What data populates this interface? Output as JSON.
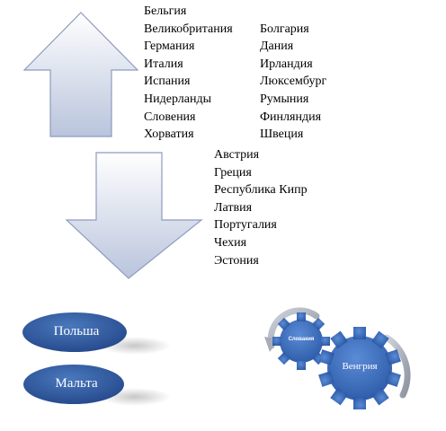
{
  "up_group": {
    "top_item": "Бельгия",
    "col1": [
      "Великобритания",
      "Германия",
      "Италия",
      "Испания",
      "Нидерланды",
      "Словения",
      "Хорватия"
    ],
    "col2": [
      "Болгария",
      "Дания",
      "Ирландия",
      "Люксембург",
      "Румыния",
      "Финляндия",
      "Швеция"
    ]
  },
  "down_group": {
    "items": [
      "Австрия",
      "Греция",
      "Республика Кипр",
      "Латвия",
      "Португалия",
      "Чехия",
      "Эстония"
    ]
  },
  "ovals": {
    "poland": "Польша",
    "malta": "Мальта"
  },
  "gears": {
    "small_label": "Словакия",
    "big_label": "Венгрия"
  },
  "colors": {
    "arrow_fill_light": "#ffffff",
    "arrow_fill_dark": "#b9c4dc",
    "arrow_stroke": "#8d9bbd",
    "oval_blue": "#2e5a9e",
    "gear_blue": "#3a6cc0"
  }
}
